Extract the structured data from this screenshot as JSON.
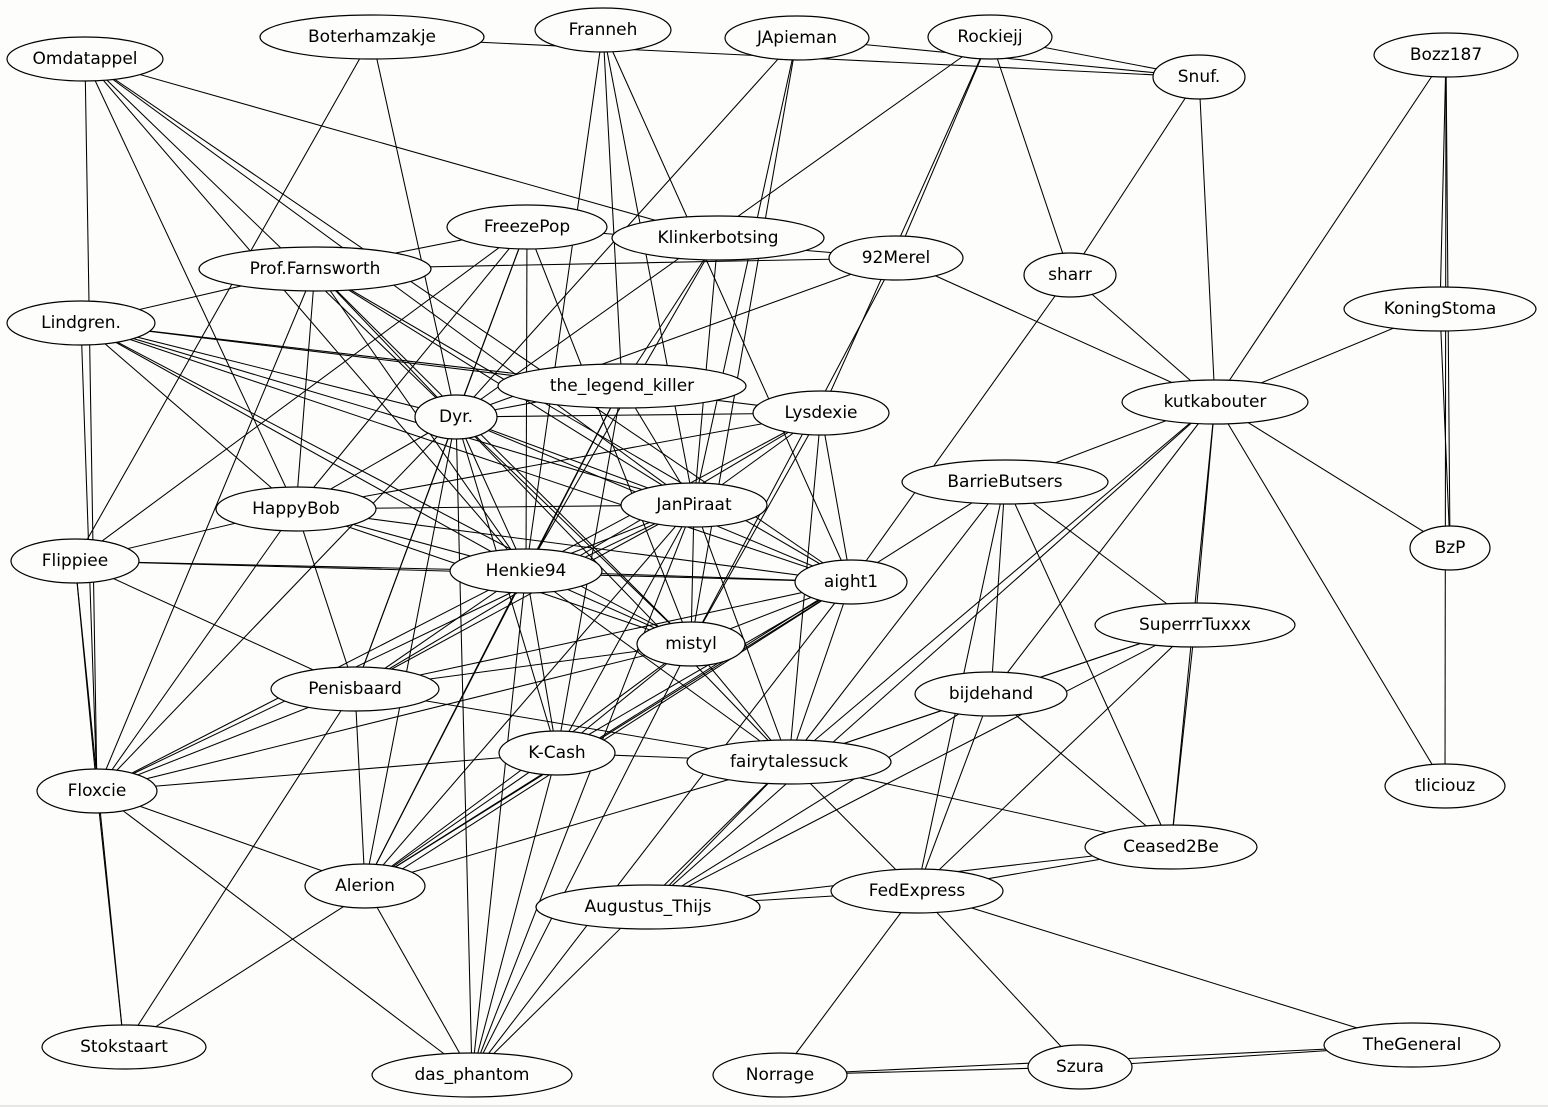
{
  "graph": {
    "nodes": [
      {
        "id": "Omdatappel",
        "label": "Omdatappel"
      },
      {
        "id": "Boterhamzakje",
        "label": "Boterhamzakje"
      },
      {
        "id": "Franneh",
        "label": "Franneh"
      },
      {
        "id": "JApieman",
        "label": "JApieman"
      },
      {
        "id": "Rockiejj",
        "label": "Rockiejj"
      },
      {
        "id": "Snuf.",
        "label": "Snuf."
      },
      {
        "id": "Bozz187",
        "label": "Bozz187"
      },
      {
        "id": "FreezePop",
        "label": "FreezePop"
      },
      {
        "id": "Klinkerbotsing",
        "label": "Klinkerbotsing"
      },
      {
        "id": "Prof.Farnsworth",
        "label": "Prof.Farnsworth"
      },
      {
        "id": "92Merel",
        "label": "92Merel"
      },
      {
        "id": "sharr",
        "label": "sharr"
      },
      {
        "id": "KoningStoma",
        "label": "KoningStoma"
      },
      {
        "id": "Lindgren.",
        "label": "Lindgren."
      },
      {
        "id": "the_legend_killer",
        "label": "the_legend_killer"
      },
      {
        "id": "kutkabouter",
        "label": "kutkabouter"
      },
      {
        "id": "Dyr.",
        "label": "Dyr."
      },
      {
        "id": "Lysdexie",
        "label": "Lysdexie"
      },
      {
        "id": "BarrieButsers",
        "label": "BarrieButsers"
      },
      {
        "id": "HappyBob",
        "label": "HappyBob"
      },
      {
        "id": "JanPiraat",
        "label": "JanPiraat"
      },
      {
        "id": "BzP",
        "label": "BzP"
      },
      {
        "id": "Flippiee",
        "label": "Flippiee"
      },
      {
        "id": "Henkie94",
        "label": "Henkie94"
      },
      {
        "id": "aight1",
        "label": "aight1"
      },
      {
        "id": "SuperrrTuxxx",
        "label": "SuperrrTuxxx"
      },
      {
        "id": "mistyl",
        "label": "mistyl"
      },
      {
        "id": "Penisbaard",
        "label": "Penisbaard"
      },
      {
        "id": "bijdehand",
        "label": "bijdehand"
      },
      {
        "id": "K-Cash",
        "label": "K-Cash"
      },
      {
        "id": "fairytalessuck",
        "label": "fairytalessuck"
      },
      {
        "id": "Floxcie",
        "label": "Floxcie"
      },
      {
        "id": "tliciouz",
        "label": "tliciouz"
      },
      {
        "id": "Ceased2Be",
        "label": "Ceased2Be"
      },
      {
        "id": "Alerion",
        "label": "Alerion"
      },
      {
        "id": "FedExpress",
        "label": "FedExpress"
      },
      {
        "id": "Augustus_Thijs",
        "label": "Augustus_Thijs"
      },
      {
        "id": "Stokstaart",
        "label": "Stokstaart"
      },
      {
        "id": "das_phantom",
        "label": "das_phantom"
      },
      {
        "id": "Norrage",
        "label": "Norrage"
      },
      {
        "id": "Szura",
        "label": "Szura"
      },
      {
        "id": "TheGeneral",
        "label": "TheGeneral"
      }
    ],
    "edges": [
      [
        "Omdatappel",
        "Klinkerbotsing"
      ],
      [
        "Omdatappel",
        "HappyBob"
      ],
      [
        "Omdatappel",
        "Dyr."
      ],
      [
        "Omdatappel",
        "Henkie94"
      ],
      [
        "Omdatappel",
        "JanPiraat"
      ],
      [
        "Omdatappel",
        "aight1"
      ],
      [
        "Omdatappel",
        "Floxcie"
      ],
      [
        "Boterhamzakje",
        "Snuf."
      ],
      [
        "Boterhamzakje",
        "Dyr."
      ],
      [
        "Boterhamzakje",
        "Flippiee"
      ],
      [
        "Franneh",
        "the_legend_killer"
      ],
      [
        "Franneh",
        "JanPiraat"
      ],
      [
        "Franneh",
        "Henkie94"
      ],
      [
        "Franneh",
        "aight1"
      ],
      [
        "JApieman",
        "Snuf."
      ],
      [
        "JApieman",
        "Dyr."
      ],
      [
        "JApieman",
        "JanPiraat"
      ],
      [
        "JApieman",
        "mistyl"
      ],
      [
        "Rockiejj",
        "Snuf."
      ],
      [
        "Rockiejj",
        "sharr"
      ],
      [
        "Rockiejj",
        "92Merel"
      ],
      [
        "Rockiejj",
        "Lysdexie"
      ],
      [
        "Rockiejj",
        "Dyr."
      ],
      [
        "Snuf.",
        "sharr"
      ],
      [
        "Snuf.",
        "kutkabouter"
      ],
      [
        "Bozz187",
        "KoningStoma"
      ],
      [
        "Bozz187",
        "kutkabouter"
      ],
      [
        "Bozz187",
        "BzP"
      ],
      [
        "Bozz187",
        "tliciouz"
      ],
      [
        "FreezePop",
        "Prof.Farnsworth"
      ],
      [
        "FreezePop",
        "92Merel"
      ],
      [
        "FreezePop",
        "Dyr."
      ],
      [
        "FreezePop",
        "HappyBob"
      ],
      [
        "FreezePop",
        "Henkie94"
      ],
      [
        "FreezePop",
        "mistyl"
      ],
      [
        "FreezePop",
        "Flippiee"
      ],
      [
        "FreezePop",
        "Penisbaard"
      ],
      [
        "Klinkerbotsing",
        "the_legend_killer"
      ],
      [
        "Klinkerbotsing",
        "JanPiraat"
      ],
      [
        "Klinkerbotsing",
        "Henkie94"
      ],
      [
        "Prof.Farnsworth",
        "92Merel"
      ],
      [
        "Prof.Farnsworth",
        "Lindgren."
      ],
      [
        "Prof.Farnsworth",
        "Dyr."
      ],
      [
        "Prof.Farnsworth",
        "HappyBob"
      ],
      [
        "Prof.Farnsworth",
        "JanPiraat"
      ],
      [
        "Prof.Farnsworth",
        "Henkie94"
      ],
      [
        "Prof.Farnsworth",
        "mistyl"
      ],
      [
        "Prof.Farnsworth",
        "Floxcie"
      ],
      [
        "Prof.Farnsworth",
        "aight1"
      ],
      [
        "92Merel",
        "kutkabouter"
      ],
      [
        "92Merel",
        "Dyr."
      ],
      [
        "92Merel",
        "mistyl"
      ],
      [
        "sharr",
        "kutkabouter"
      ],
      [
        "sharr",
        "aight1"
      ],
      [
        "KoningStoma",
        "kutkabouter"
      ],
      [
        "KoningStoma",
        "BzP"
      ],
      [
        "Lindgren.",
        "the_legend_killer"
      ],
      [
        "Lindgren.",
        "Dyr."
      ],
      [
        "Lindgren.",
        "Lysdexie"
      ],
      [
        "Lindgren.",
        "HappyBob"
      ],
      [
        "Lindgren.",
        "JanPiraat"
      ],
      [
        "Lindgren.",
        "Henkie94"
      ],
      [
        "Lindgren.",
        "aight1"
      ],
      [
        "Lindgren.",
        "mistyl"
      ],
      [
        "Lindgren.",
        "Floxcie"
      ],
      [
        "the_legend_killer",
        "Dyr."
      ],
      [
        "the_legend_killer",
        "JanPiraat"
      ],
      [
        "the_legend_killer",
        "K-Cash"
      ],
      [
        "the_legend_killer",
        "Alerion"
      ],
      [
        "the_legend_killer",
        "Henkie94"
      ],
      [
        "kutkabouter",
        "BarrieButsers"
      ],
      [
        "kutkabouter",
        "BzP"
      ],
      [
        "kutkabouter",
        "SuperrrTuxxx"
      ],
      [
        "kutkabouter",
        "bijdehand"
      ],
      [
        "kutkabouter",
        "fairytalessuck"
      ],
      [
        "kutkabouter",
        "Ceased2Be"
      ],
      [
        "kutkabouter",
        "tliciouz"
      ],
      [
        "kutkabouter",
        "Augustus_Thijs"
      ],
      [
        "Dyr.",
        "Lysdexie"
      ],
      [
        "Dyr.",
        "HappyBob"
      ],
      [
        "Dyr.",
        "JanPiraat"
      ],
      [
        "Dyr.",
        "Henkie94"
      ],
      [
        "Dyr.",
        "aight1"
      ],
      [
        "Dyr.",
        "mistyl"
      ],
      [
        "Dyr.",
        "Penisbaard"
      ],
      [
        "Dyr.",
        "K-Cash"
      ],
      [
        "Dyr.",
        "fairytalessuck"
      ],
      [
        "Dyr.",
        "Floxcie"
      ],
      [
        "Dyr.",
        "Alerion"
      ],
      [
        "Dyr.",
        "das_phantom"
      ],
      [
        "Lysdexie",
        "HappyBob"
      ],
      [
        "Lysdexie",
        "JanPiraat"
      ],
      [
        "Lysdexie",
        "Henkie94"
      ],
      [
        "Lysdexie",
        "aight1"
      ],
      [
        "Lysdexie",
        "mistyl"
      ],
      [
        "Lysdexie",
        "fairytalessuck"
      ],
      [
        "Lysdexie",
        "Penisbaard"
      ],
      [
        "BarrieButsers",
        "SuperrrTuxxx"
      ],
      [
        "BarrieButsers",
        "bijdehand"
      ],
      [
        "BarrieButsers",
        "fairytalessuck"
      ],
      [
        "BarrieButsers",
        "Ceased2Be"
      ],
      [
        "BarrieButsers",
        "FedExpress"
      ],
      [
        "BarrieButsers",
        "Alerion"
      ],
      [
        "HappyBob",
        "JanPiraat"
      ],
      [
        "HappyBob",
        "Henkie94"
      ],
      [
        "HappyBob",
        "mistyl"
      ],
      [
        "HappyBob",
        "Penisbaard"
      ],
      [
        "HappyBob",
        "Flippiee"
      ],
      [
        "HappyBob",
        "Floxcie"
      ],
      [
        "HappyBob",
        "aight1"
      ],
      [
        "JanPiraat",
        "Henkie94"
      ],
      [
        "JanPiraat",
        "mistyl"
      ],
      [
        "JanPiraat",
        "Penisbaard"
      ],
      [
        "JanPiraat",
        "K-Cash"
      ],
      [
        "JanPiraat",
        "fairytalessuck"
      ],
      [
        "JanPiraat",
        "Floxcie"
      ],
      [
        "JanPiraat",
        "Alerion"
      ],
      [
        "JanPiraat",
        "das_phantom"
      ],
      [
        "Flippiee",
        "Henkie94"
      ],
      [
        "Flippiee",
        "Penisbaard"
      ],
      [
        "Flippiee",
        "Floxcie"
      ],
      [
        "Flippiee",
        "Stokstaart"
      ],
      [
        "Flippiee",
        "aight1"
      ],
      [
        "Henkie94",
        "aight1"
      ],
      [
        "Henkie94",
        "mistyl"
      ],
      [
        "Henkie94",
        "Penisbaard"
      ],
      [
        "Henkie94",
        "K-Cash"
      ],
      [
        "Henkie94",
        "fairytalessuck"
      ],
      [
        "Henkie94",
        "Floxcie"
      ],
      [
        "Henkie94",
        "Alerion"
      ],
      [
        "Henkie94",
        "das_phantom"
      ],
      [
        "aight1",
        "mistyl"
      ],
      [
        "aight1",
        "Penisbaard"
      ],
      [
        "aight1",
        "K-Cash"
      ],
      [
        "aight1",
        "fairytalessuck"
      ],
      [
        "aight1",
        "Alerion"
      ],
      [
        "aight1",
        "das_phantom"
      ],
      [
        "aight1",
        "Stokstaart"
      ],
      [
        "SuperrrTuxxx",
        "bijdehand"
      ],
      [
        "SuperrrTuxxx",
        "fairytalessuck"
      ],
      [
        "SuperrrTuxxx",
        "Ceased2Be"
      ],
      [
        "SuperrrTuxxx",
        "FedExpress"
      ],
      [
        "SuperrrTuxxx",
        "Augustus_Thijs"
      ],
      [
        "mistyl",
        "Penisbaard"
      ],
      [
        "mistyl",
        "K-Cash"
      ],
      [
        "mistyl",
        "fairytalessuck"
      ],
      [
        "mistyl",
        "Floxcie"
      ],
      [
        "mistyl",
        "Alerion"
      ],
      [
        "mistyl",
        "das_phantom"
      ],
      [
        "Penisbaard",
        "fairytalessuck"
      ],
      [
        "Penisbaard",
        "Alerion"
      ],
      [
        "Penisbaard",
        "Stokstaart"
      ],
      [
        "Penisbaard",
        "Floxcie"
      ],
      [
        "bijdehand",
        "fairytalessuck"
      ],
      [
        "bijdehand",
        "FedExpress"
      ],
      [
        "bijdehand",
        "Ceased2Be"
      ],
      [
        "bijdehand",
        "Augustus_Thijs"
      ],
      [
        "K-Cash",
        "fairytalessuck"
      ],
      [
        "K-Cash",
        "Floxcie"
      ],
      [
        "K-Cash",
        "Alerion"
      ],
      [
        "K-Cash",
        "das_phantom"
      ],
      [
        "fairytalessuck",
        "Ceased2Be"
      ],
      [
        "fairytalessuck",
        "FedExpress"
      ],
      [
        "fairytalessuck",
        "Alerion"
      ],
      [
        "fairytalessuck",
        "Augustus_Thijs"
      ],
      [
        "fairytalessuck",
        "das_phantom"
      ],
      [
        "Floxcie",
        "Alerion"
      ],
      [
        "Floxcie",
        "Stokstaart"
      ],
      [
        "Floxcie",
        "das_phantom"
      ],
      [
        "Ceased2Be",
        "FedExpress"
      ],
      [
        "Ceased2Be",
        "Augustus_Thijs"
      ],
      [
        "Alerion",
        "das_phantom"
      ],
      [
        "FedExpress",
        "Augustus_Thijs"
      ],
      [
        "FedExpress",
        "Norrage"
      ],
      [
        "FedExpress",
        "Szura"
      ],
      [
        "FedExpress",
        "TheGeneral"
      ],
      [
        "Norrage",
        "Szura"
      ],
      [
        "Norrage",
        "TheGeneral"
      ],
      [
        "Szura",
        "TheGeneral"
      ]
    ]
  }
}
